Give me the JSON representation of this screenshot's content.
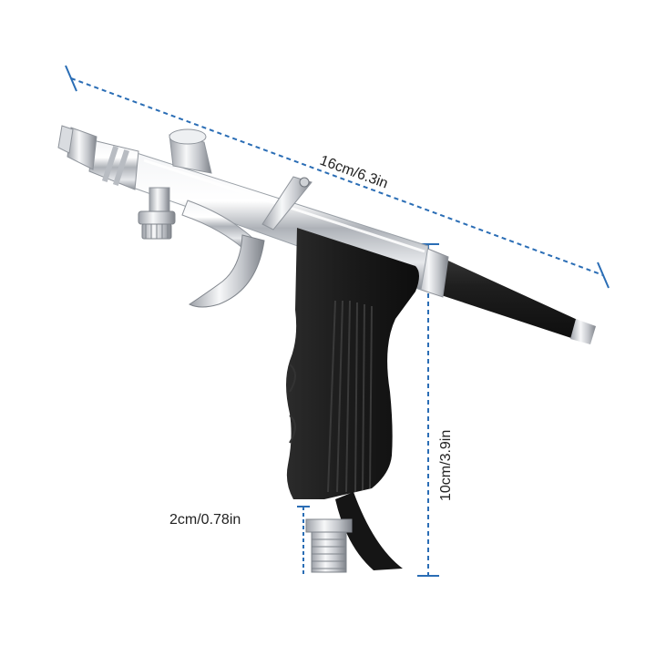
{
  "image": {
    "subject": "airbrush-spray-gun",
    "background_color": "#ffffff",
    "guide_color": "#2a6db5",
    "handle_color": "#1c1c1c",
    "metal_color": "#c9ccd1"
  },
  "dimensions": {
    "length_label": "16cm/6.3in",
    "height_label": "10cm/3.9in",
    "fitting_label": "2cm/0.78in"
  }
}
